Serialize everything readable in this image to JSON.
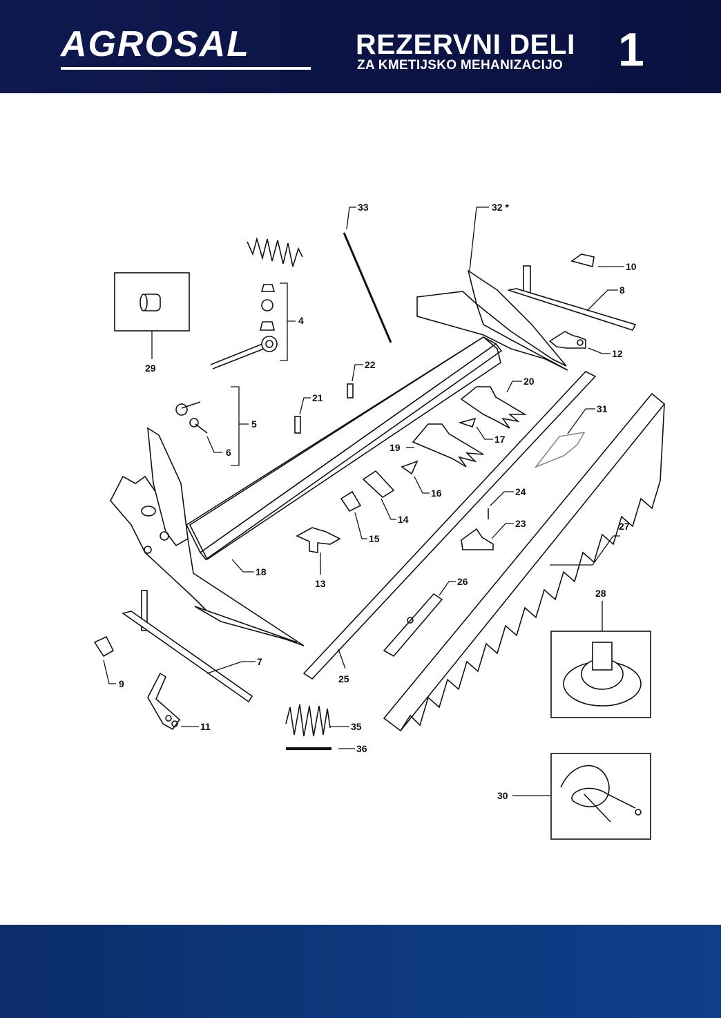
{
  "header": {
    "logo": "AGROSAL",
    "title": "REZERVNI DELI",
    "subtitle": "ZA KMETIJSKO MEHANIZACIJO",
    "page_number": "1"
  },
  "callouts": {
    "p4": "4",
    "p5": "5",
    "p6": "6",
    "p7": "7",
    "p8": "8",
    "p9": "9",
    "p10": "10",
    "p11": "11",
    "p12": "12",
    "p13": "13",
    "p14": "14",
    "p15": "15",
    "p16": "16",
    "p17": "17",
    "p18": "18",
    "p19": "19",
    "p20": "20",
    "p21": "21",
    "p22": "22",
    "p23": "23",
    "p24": "24",
    "p25": "25",
    "p26": "26",
    "p27": "27",
    "p28": "28",
    "p29": "29",
    "p30": "30",
    "p31": "31",
    "p32": "32 *",
    "p33": "33",
    "p35": "35",
    "p36": "36"
  },
  "colors": {
    "header_bg": "#0c1446",
    "footer_bg": "#0e3a80",
    "text_light": "#ffffff",
    "ink": "#111111"
  }
}
